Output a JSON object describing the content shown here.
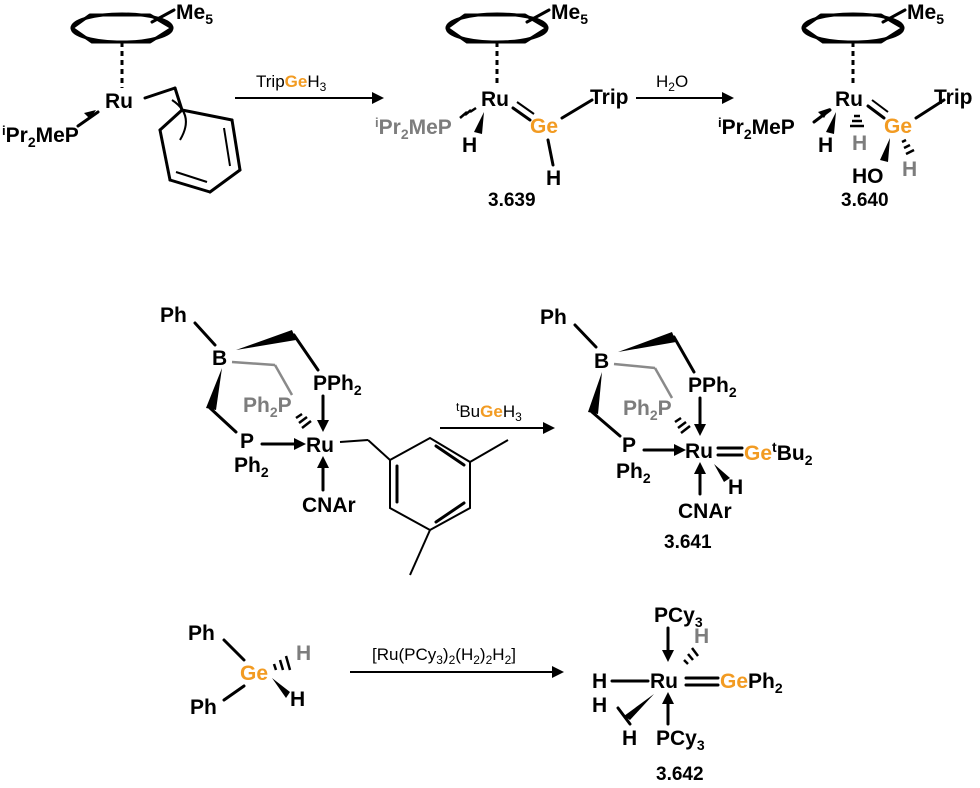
{
  "scheme": {
    "row1": {
      "cp_me5": "Me5",
      "ru": "Ru",
      "phosphine": "iPr2MeP",
      "arrow1_reagent": "TripGeH3",
      "arrow2_reagent": "H2O",
      "ge": "Ge",
      "trip": "Trip",
      "h": "H",
      "ho": "HO",
      "compound_a": "3.639",
      "compound_b": "3.640"
    },
    "row2": {
      "ph": "Ph",
      "b": "B",
      "pph2": "PPh2",
      "ph2p": "Ph2P",
      "p": "P",
      "ph2": "Ph2",
      "ru": "Ru",
      "cnar": "CNAr",
      "reagent": "tBuGeH3",
      "ge_tbu2": "GetBu2",
      "h": "H",
      "compound": "3.641"
    },
    "row3": {
      "ph": "Ph",
      "ge": "Ge",
      "h": "H",
      "reagent": "[Ru(PCy3)2(H2)2H2]",
      "pcy3": "PCy3",
      "ru": "Ru",
      "geph2": "GePh2",
      "compound": "3.642"
    }
  }
}
